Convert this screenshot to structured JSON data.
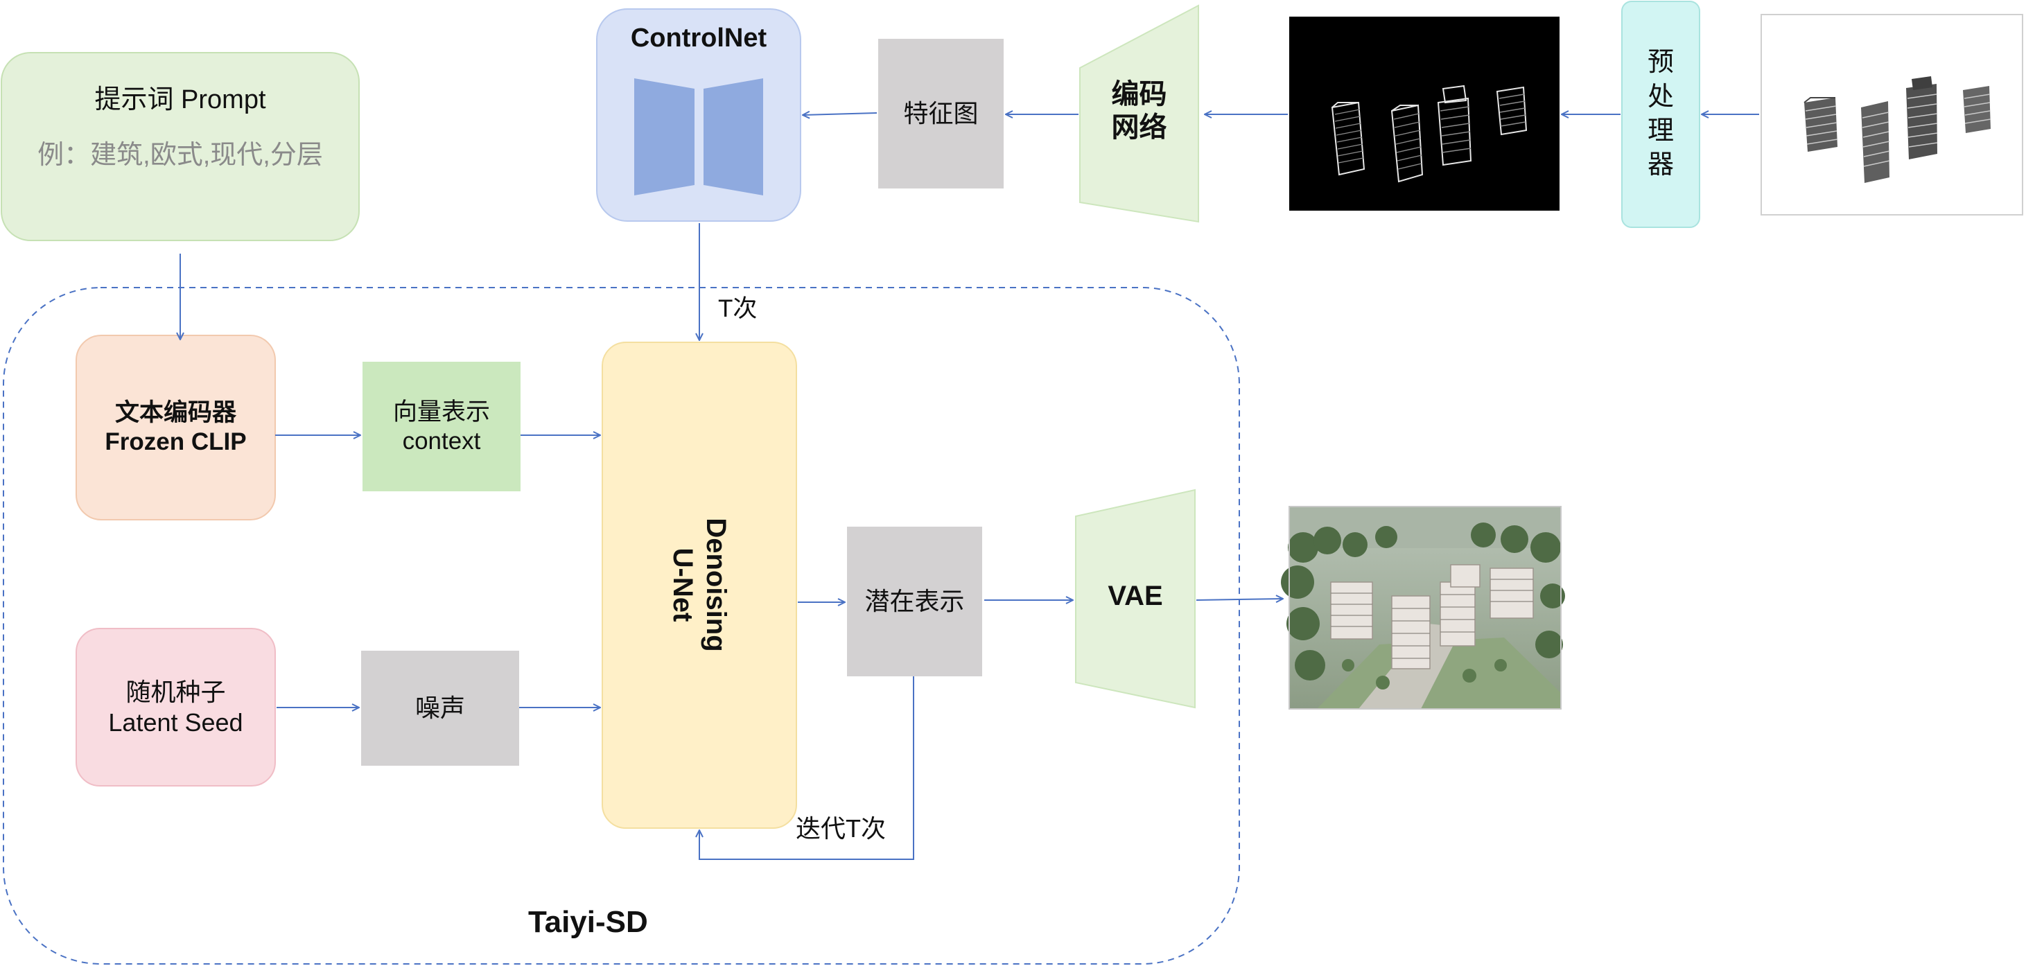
{
  "prompt": {
    "line1": "提示词 Prompt",
    "line2": "例：建筑,欧式,现代,分层"
  },
  "controlnet": {
    "title": "ControlNet"
  },
  "feature_map": "特征图",
  "encoder": {
    "line1": "编码",
    "line2": "网络"
  },
  "preprocessor": [
    "预",
    "处",
    "理",
    "器"
  ],
  "text_encoder": {
    "line1": "文本编码器",
    "line2": "Frozen CLIP"
  },
  "vector_repr": {
    "line1": "向量表示",
    "line2": "context"
  },
  "unet": {
    "line1": "Denoising",
    "line2": "U-Net"
  },
  "latent_repr": "潜在表示",
  "vae": "VAE",
  "random_seed": {
    "line1": "随机种子",
    "line2": "Latent Seed"
  },
  "noise": "噪声",
  "t_times": "T次",
  "iterate_t_times": "迭代T次",
  "taiyi_label": "Taiyi-SD",
  "colors": {
    "arrow": "#4A72C4",
    "prompt_fill": "#E4F1DA",
    "controlnet_fill": "#D9E2F7",
    "controlnet_shape": "#8FAADF",
    "gray_fill": "#D3D1D2",
    "encoder_fill": "#E5F2DB",
    "preprocessor_fill": "#D2F5F3",
    "text_encoder_fill": "#FBE4D6",
    "vector_fill": "#CBE8BE",
    "unet_fill": "#FFF0C8",
    "seed_fill": "#F9DCE1"
  }
}
